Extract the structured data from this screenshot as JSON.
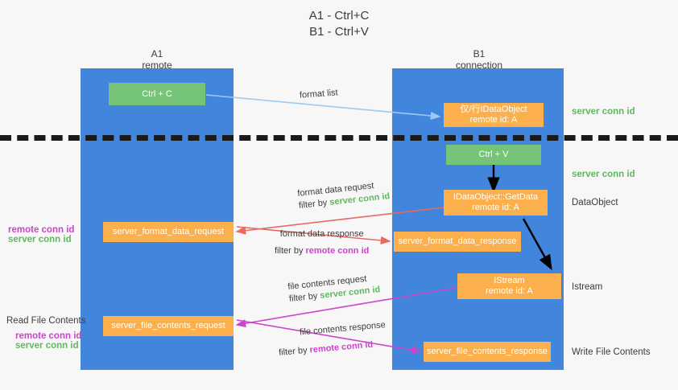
{
  "title": {
    "line1": "A1 - Ctrl+C",
    "line2": "B1 - Ctrl+V"
  },
  "columns": [
    {
      "name": "A1",
      "sub": "remote"
    },
    {
      "name": "B1",
      "sub": "connection"
    }
  ],
  "boxes": {
    "ctrl_c": "Ctrl + C",
    "ctrl_v": "Ctrl + V",
    "data_object_top_line1": "仅/行IDataObject",
    "data_object_top_line2": "remote id: A",
    "get_data_line1": "IDataObject::GetData",
    "get_data_line2": "remote id: A",
    "istream_line1": "IStream",
    "istream_line2": "remote id: A",
    "server_format_data_request": "server_format_data_request",
    "server_format_data_response": "server_format_data_response",
    "server_file_contents_request": "server_file_contents_request",
    "server_file_contents_response": "server_file_contents_response"
  },
  "arrows": {
    "format_list": "format list",
    "format_data_request": "format data request",
    "format_data_request_filter_prefix": "filter by ",
    "format_data_request_filter_value": "server conn id",
    "format_data_response": "format data response",
    "format_data_response_filter_prefix": "filter by ",
    "format_data_response_filter_value": "remote conn id",
    "file_contents_request": "file contents request",
    "file_contents_request_filter_prefix": "filter by ",
    "file_contents_request_filter_value": "server conn id",
    "file_contents_response": "file contents response",
    "file_contents_response_filter_prefix": "filter by ",
    "file_contents_response_filter_value": "remote conn id"
  },
  "right_labels": {
    "server_conn_id_top": "server conn id",
    "server_conn_id_second": "server conn id",
    "data_object": "DataObject",
    "istream": "Istream",
    "write_file_contents": "Write File Contents"
  },
  "left_labels": {
    "remote_conn_id_1": "remote conn id",
    "server_conn_id_1": "server conn id",
    "read_file_contents": "Read File Contents",
    "remote_conn_id_2": "remote conn id",
    "server_conn_id_2": "server conn id"
  },
  "colors": {
    "lane": "#4285dd",
    "green_box": "#76c477",
    "orange_box": "#fbb04d",
    "green_text": "#5fb85f",
    "purple_text": "#cc44cc",
    "light_blue_arrow": "#9ccaf0",
    "red_arrow": "#e8695f",
    "magenta_arrow": "#cc44cc",
    "black_arrow": "#000000",
    "background": "#f7f7f7"
  }
}
